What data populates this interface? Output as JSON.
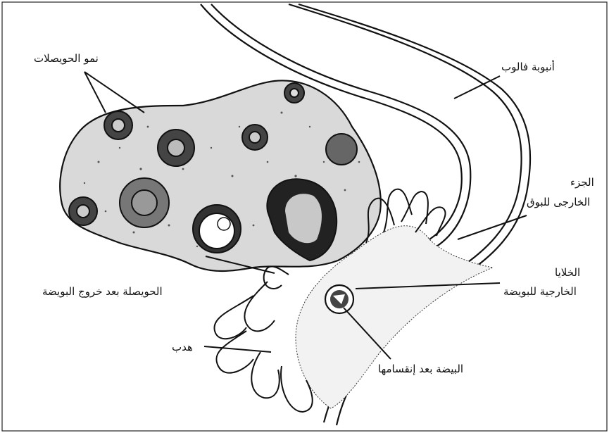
{
  "diagram": {
    "labels": {
      "follicle_growth": "نمو الحويصلات",
      "fallopian_tube": "أنبوبة فالوب",
      "infundibulum_line1": "الجزء",
      "infundibulum_line2": "الخارجى للبوق",
      "corona_line1": "الخلايا",
      "corona_line2": "الخارجية للبويضة",
      "follicle_after_ovulation": "الحويصلة بعد خروج البويضة",
      "fimbriae": "هدب",
      "egg_after_division": "البيضة بعد إنقسامها"
    }
  }
}
